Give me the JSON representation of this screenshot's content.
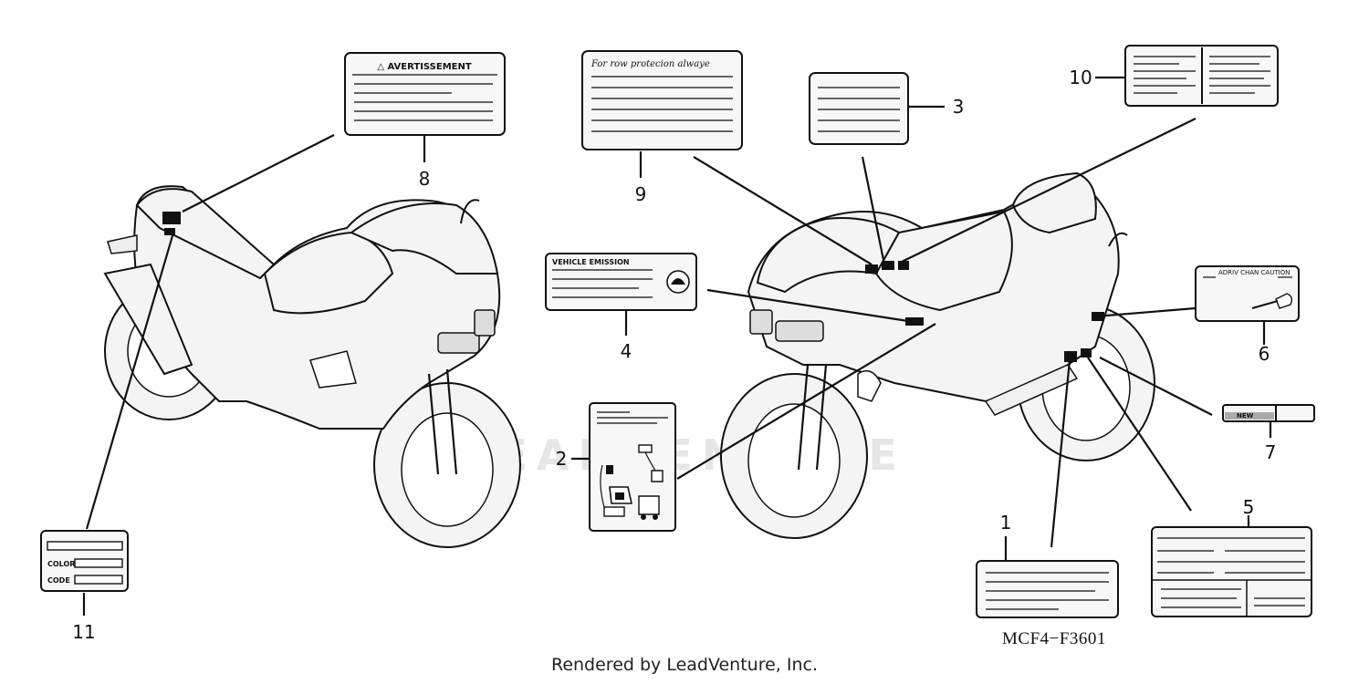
{
  "labels": {
    "l8_heading": "△ AVERTISSEMENT",
    "l9_text": "For row protecion alwaye",
    "l4_text": "VEHICLE EMISSION",
    "l6_text": "ADRIV CHAN CAUTION",
    "l7_text": "NEW",
    "l11_color": "COLOR",
    "l11_code": "CODE"
  },
  "callouts": [
    "1",
    "2",
    "3",
    "4",
    "5",
    "6",
    "7",
    "8",
    "9",
    "10",
    "11"
  ],
  "diagram_code": "MCF4−F3601",
  "footer": "Rendered by LeadVenture, Inc.",
  "watermark": "LEADVENTURE"
}
